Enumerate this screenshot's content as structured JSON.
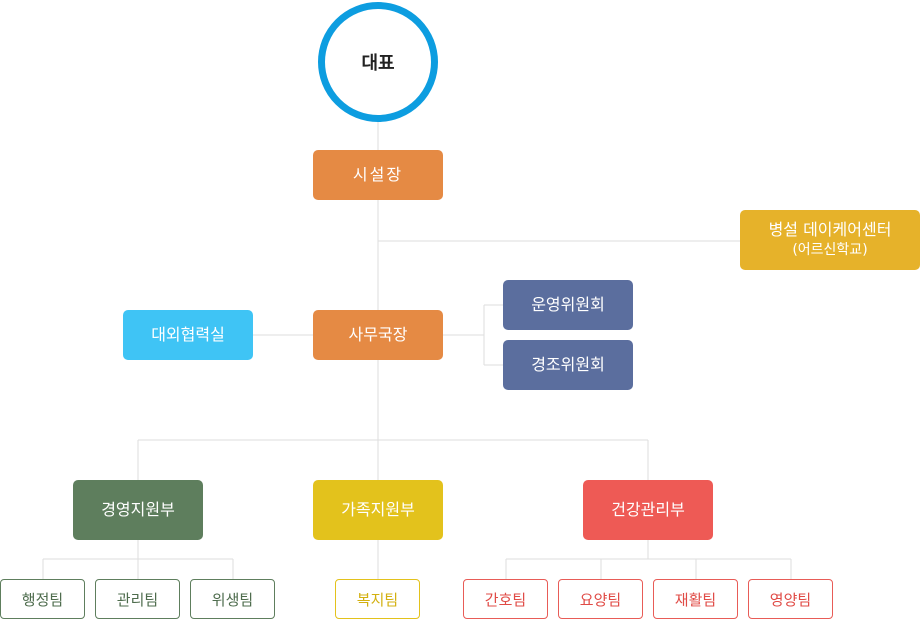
{
  "root": {
    "label": "대표"
  },
  "director": {
    "label": "시설장"
  },
  "daycare": {
    "label": "병설 데이케어센터",
    "sub": "(어르신학교)"
  },
  "secretary_general": {
    "label": "사무국장"
  },
  "external": {
    "label": "대외협력실"
  },
  "committees": [
    {
      "label": "운영위원회"
    },
    {
      "label": "경조위원회"
    }
  ],
  "departments": [
    {
      "label": "경영지원부",
      "color": "#5e7e5d",
      "teams": [
        {
          "label": "행정팀"
        },
        {
          "label": "관리팀"
        },
        {
          "label": "위생팀"
        }
      ]
    },
    {
      "label": "가족지원부",
      "color": "#e3c21c",
      "teams": [
        {
          "label": "복지팀"
        }
      ]
    },
    {
      "label": "건강관리부",
      "color": "#ee5a55",
      "teams": [
        {
          "label": "간호팀"
        },
        {
          "label": "요양팀"
        },
        {
          "label": "재활팀"
        },
        {
          "label": "영양팀"
        }
      ]
    }
  ],
  "colors": {
    "root_ring": "#0d9de0",
    "director": "#e58a44",
    "daycare": "#e6b22a",
    "external": "#3fc4f5",
    "committee": "#5b6e9e",
    "connector": "#dddddd"
  }
}
